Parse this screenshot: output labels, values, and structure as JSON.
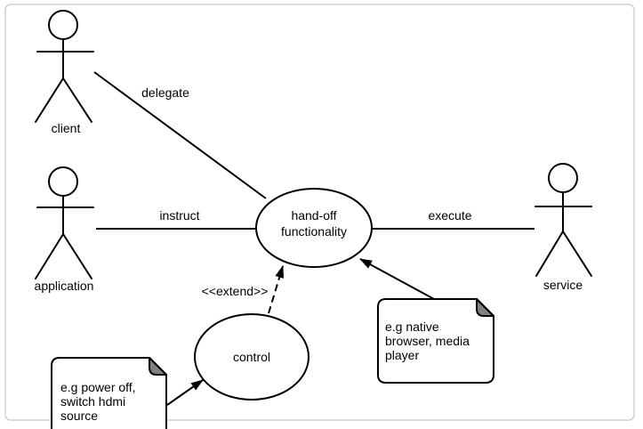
{
  "diagram": {
    "kind": "uml-use-case-diagram",
    "colors": {
      "background": "#ffffff",
      "stroke": "#000000",
      "note_fold": "#808080",
      "frame_border": "#d0d0d0"
    },
    "actors": [
      {
        "label": "client"
      },
      {
        "label": "application"
      },
      {
        "label": "service"
      }
    ],
    "usecases": [
      {
        "label_line1": "hand-off",
        "label_line2": "functionality"
      },
      {
        "label": "control"
      }
    ],
    "associations": [
      {
        "label": "delegate"
      },
      {
        "label": "instruct"
      },
      {
        "label": "execute"
      }
    ],
    "extend": {
      "stereotype": "<<extend>>"
    },
    "notes": [
      {
        "lines": [
          "e.g native",
          "browser, media",
          "player"
        ]
      },
      {
        "lines": [
          "e.g power off,",
          "switch hdmi",
          "source"
        ]
      }
    ]
  }
}
